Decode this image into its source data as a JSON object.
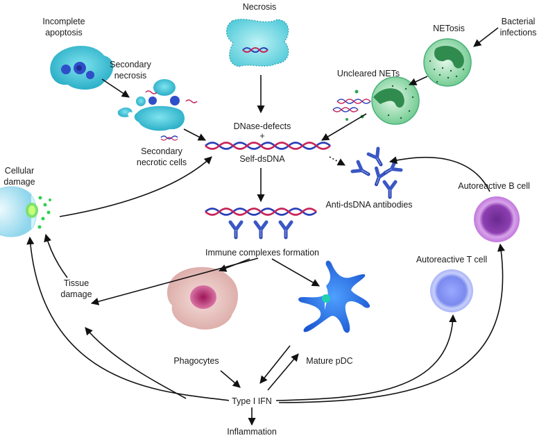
{
  "labels": {
    "incomplete_apoptosis": [
      "Incomplete",
      "apoptosis"
    ],
    "secondary_necrosis": [
      "Secondary",
      "necrosis"
    ],
    "secondary_necrotic_cells": [
      "Secondary",
      "necrotic cells"
    ],
    "necrosis": "Necrosis",
    "netosis": "NETosis",
    "bacterial_infections": [
      "Bacterial",
      "infections"
    ],
    "uncleared_nets": "Uncleared NETs",
    "dnase_defects": "DNase-defects",
    "plus": "+",
    "self_dsdna": "Self-dsDNA",
    "cellular_damage": [
      "Cellular",
      "damage"
    ],
    "anti_dsdna_antibodies": "Anti-dsDNA antibodies",
    "autoreactive_b_cell": "Autoreactive B cell",
    "immune_complexes_formation": "Immune complexes formation",
    "autoreactive_t_cell": "Autoreactive T cell",
    "tissue_damage": [
      "Tissue",
      "damage"
    ],
    "phagocytes": "Phagocytes",
    "mature_pdc": "Mature pDC",
    "type_i_ifn": "Type I IFN",
    "inflammation": "Inflammation"
  },
  "colors": {
    "cyan_cell": "#3ec3d6",
    "nucleus_blue": "#2f4fc8",
    "dna_red": "#c8245a",
    "dna_blue": "#2a3fb8",
    "antibody_blue": "#3a57c4",
    "neutrophil_green": "#7fd4a0",
    "bcell_purple": "#a64fc8",
    "tcell_blue": "#7f8ff0",
    "phagocyte_pink": "#e7b5b0",
    "pdc_blue": "#2f6fe0",
    "arrow": "#111111"
  }
}
